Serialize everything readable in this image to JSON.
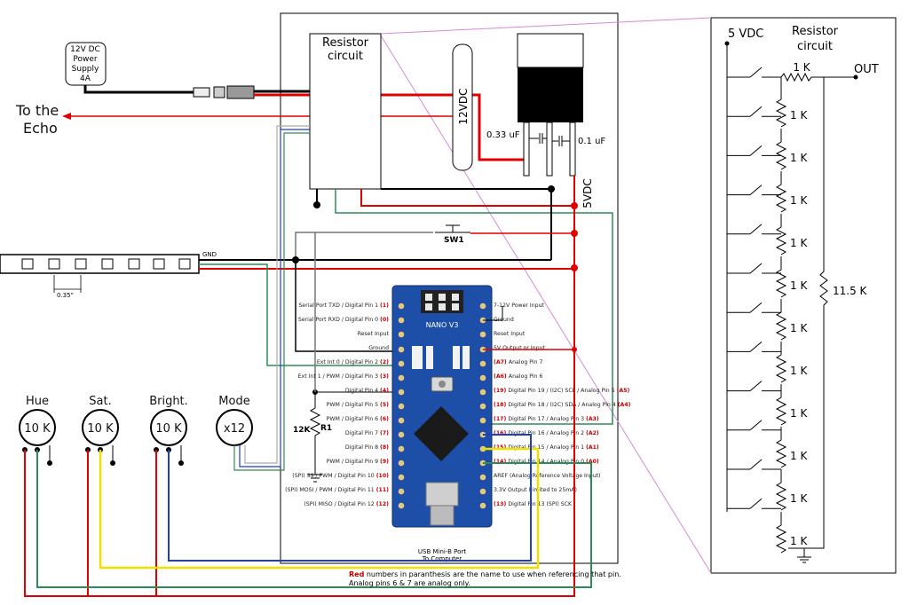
{
  "power_supply": {
    "line1": "12V DC",
    "line2": "Power",
    "line3": "Supply",
    "line4": "4A"
  },
  "echo_label": {
    "line1": "To the",
    "line2": "Echo"
  },
  "resistor_box": {
    "line1": "Resistor",
    "line2": "circuit"
  },
  "regulator": {
    "vin_label": "12VDC",
    "cap1": "0.33 uF",
    "cap2": "0.1 uF",
    "vout_label": "5VDC"
  },
  "switch_label": "SW1",
  "strip": {
    "gnd": "GND",
    "spacing": "0.35\""
  },
  "pots": [
    {
      "title": "Hue",
      "value": "10 K"
    },
    {
      "title": "Sat.",
      "value": "10 K"
    },
    {
      "title": "Bright.",
      "value": "10 K"
    },
    {
      "title": "Mode",
      "value": "x12"
    }
  ],
  "r1": {
    "value": "12K",
    "name": "R1"
  },
  "left_pins": [
    {
      "text": "Serial Port TXD / Digital Pin 1",
      "num": "(1)"
    },
    {
      "text": "Serial Port RXD / Digital Pin 0",
      "num": "(0)"
    },
    {
      "text": "Reset Input",
      "num": ""
    },
    {
      "text": "Ground",
      "num": ""
    },
    {
      "text": "Ext Int 0 / Digital Pin 2",
      "num": "(2)"
    },
    {
      "text": "Ext Int 1 / PWM / Digital Pin 3",
      "num": "(3)"
    },
    {
      "text": "Digital Pin 4",
      "num": "(4)"
    },
    {
      "text": "PWM / Digital Pin 5",
      "num": "(5)"
    },
    {
      "text": "PWM / Digital Pin 6",
      "num": "(6)"
    },
    {
      "text": "Digital Pin 7",
      "num": "(7)"
    },
    {
      "text": "Digital Pin 8",
      "num": "(8)"
    },
    {
      "text": "PWM / Digital Pin 9",
      "num": "(9)"
    },
    {
      "text": "(SPI) SS / PWM / Digital Pin 10",
      "num": "(10)"
    },
    {
      "text": "(SPI) MOSI / PWM / Digital Pin 11",
      "num": "(11)"
    },
    {
      "text": "(SPI) MISO / Digital Pin 12",
      "num": "(12)"
    }
  ],
  "right_pins": [
    {
      "num": "",
      "text": "7-12V Power Input",
      "tail": ""
    },
    {
      "num": "",
      "text": "Ground",
      "tail": ""
    },
    {
      "num": "",
      "text": "Reset Input",
      "tail": ""
    },
    {
      "num": "",
      "text": "5V Output or Input",
      "tail": ""
    },
    {
      "num": "(A7)",
      "text": "Analog Pin 7",
      "tail": ""
    },
    {
      "num": "(A6)",
      "text": "Analog Pin 6",
      "tail": ""
    },
    {
      "num": "(19)",
      "text": "Digital Pin 19 / (I2C) SCL / Analog Pin 5",
      "tail": "(A5)"
    },
    {
      "num": "(18)",
      "text": "Digital Pin 18 / (I2C) SDA / Analog Pin 4",
      "tail": "(A4)"
    },
    {
      "num": "(17)",
      "text": "Digital Pin 17 / Analog Pin 3",
      "tail": "(A3)"
    },
    {
      "num": "(16)",
      "text": "Digital Pin 16 / Analog Pin 2",
      "tail": "(A2)"
    },
    {
      "num": "(15)",
      "text": "Digital Pin 15 / Analog Pin 1",
      "tail": "(A1)"
    },
    {
      "num": "(14)",
      "text": "Digital Pin 14 / Analog Pin 0",
      "tail": "(A0)"
    },
    {
      "num": "",
      "text": "AREF (Analog Reference Voltage Input)",
      "tail": ""
    },
    {
      "num": "",
      "text": "3.3V Output (limited to 25mA)",
      "tail": ""
    },
    {
      "num": "(13)",
      "text": "Digital Pin 13",
      "tail": "(SPI) SCK"
    }
  ],
  "board": {
    "name": "NANO V3",
    "usb1": "USB Mini-B Port",
    "usb2": "To Computer"
  },
  "footnote": {
    "red": "Red",
    "line1": " numbers in paranthesis are the name to use when referencing that pin.",
    "line2": "Analog pins 6 & 7 are analog only."
  },
  "detail": {
    "vdc": "5 VDC",
    "title1": "Resistor",
    "title2": "circuit",
    "r_series": "1 K",
    "out": "OUT",
    "ladder": [
      "1 K",
      "1 K",
      "1 K",
      "1 K",
      "1 K",
      "1 K",
      "1 K",
      "1 K",
      "1 K",
      "1 K",
      "1 K"
    ],
    "r_pull": "11.5 K"
  }
}
